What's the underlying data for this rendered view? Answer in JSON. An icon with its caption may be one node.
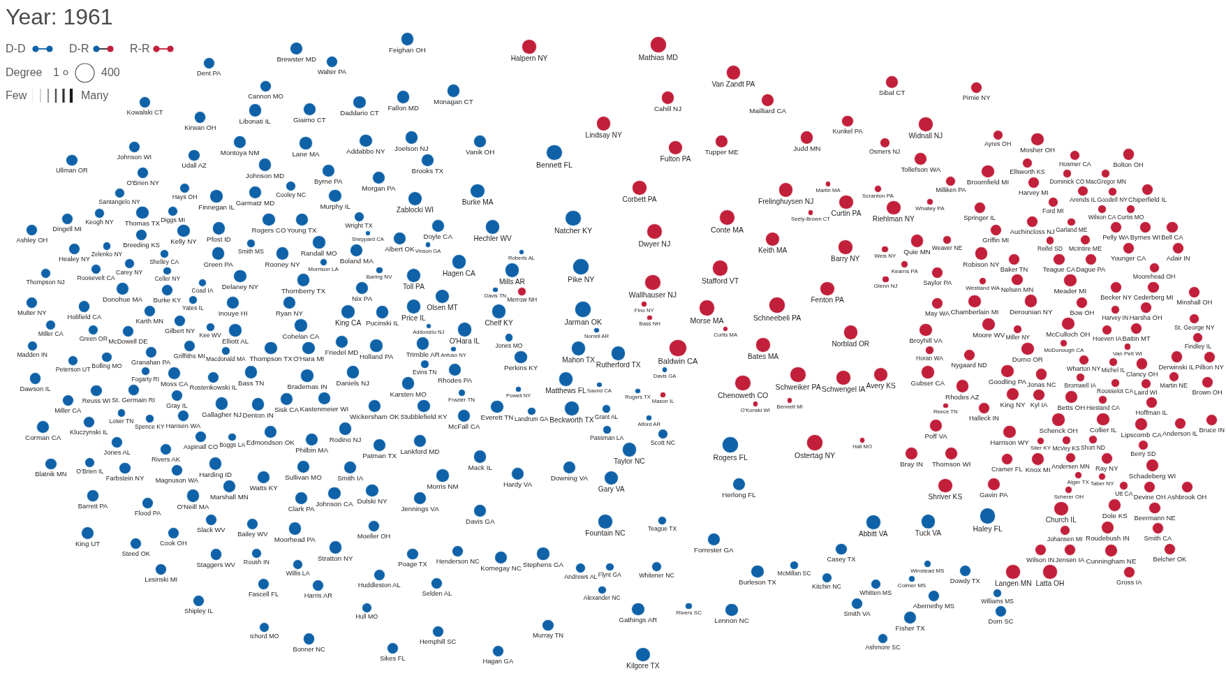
{
  "diagram": {
    "title": "Year: 1961",
    "nodes": [
      {
        "text": [
          "Feighan OH"
        ]
      },
      {
        "text": [
          "Mathias MD"
        ]
      },
      {
        "text": [
          "Halpern NY"
        ]
      },
      {
        "text": [
          "Brewster MD"
        ]
      },
      {
        "text": [
          "Walter PA"
        ]
      },
      {
        "text": [
          "Dent PA"
        ]
      },
      {
        "text": [
          "Van Zandt PA"
        ]
      },
      {
        "text": [
          "Sibal CT"
        ]
      },
      {
        "text": [
          "Cannon MO"
        ]
      },
      {
        "text": [
          "Pirnie NY"
        ]
      },
      {
        "text": [
          "Monagan CT"
        ]
      },
      {
        "text": [
          "Fallon MD"
        ]
      },
      {
        "text": [
          "Cahill NJ"
        ]
      },
      {
        "text": [
          "Mailliard CA"
        ]
      },
      {
        "text": [
          "Kowalski CT"
        ]
      },
      {
        "text": [
          "Daddario CT"
        ]
      },
      {
        "text": [
          "Giaimo CT"
        ]
      },
      {
        "text": [
          "Libonati IL"
        ]
      },
      {
        "text": [
          "Kirwan OH"
        ]
      },
      {
        "text": [
          "Kunkel PA"
        ]
      },
      {
        "text": [
          "Lindsay NY"
        ]
      },
      {
        "text": [
          "Widnall NJ"
        ]
      },
      {
        "text": [
          "Ayres OH"
        ]
      },
      {
        "text": [
          "Judd MN"
        ]
      },
      {
        "text": [
          "Joelson NJ"
        ]
      },
      {
        "text": [
          "Mosher OH"
        ]
      },
      {
        "text": [
          "Addabbo NY"
        ]
      },
      {
        "text": [
          "Vanik OH"
        ]
      },
      {
        "text": [
          "Tupper ME"
        ]
      },
      {
        "text": [
          "Lane MA"
        ]
      },
      {
        "text": [
          "Osmers NJ"
        ]
      },
      {
        "text": [
          "Johnson WI"
        ]
      },
      {
        "text": [
          "Fulton PA"
        ]
      },
      {
        "text": [
          "Montoya NM"
        ]
      },
      {
        "text": [
          "Bennett FL"
        ]
      },
      {
        "text": [
          "Udall AZ"
        ]
      },
      {
        "text": [
          "Tollefson WA"
        ]
      },
      {
        "text": [
          "Brooks TX"
        ]
      },
      {
        "text": [
          "Ullman OR"
        ]
      },
      {
        "text": [
          "Johnson MD"
        ]
      },
      {
        "text": [
          "Hosmer CA"
        ]
      },
      {
        "text": [
          "Ellsworth KS"
        ]
      },
      {
        "text": [
          "Byrne PA"
        ]
      },
      {
        "text": [
          "Broomfield MI"
        ]
      },
      {
        "text": [
          "O'Brien NY"
        ]
      },
      {
        "text": [
          "Morgan PA"
        ]
      },
      {
        "text": [
          "Bolton OH"
        ]
      },
      {
        "text": [
          "Milliken PA"
        ]
      },
      {
        "text": [
          "Cooley NC"
        ]
      },
      {
        "text": [
          "Martin MA"
        ]
      },
      {
        "text": [
          "Corbett PA"
        ]
      },
      {
        "text": [
          "Hays OH"
        ]
      },
      {
        "text": [
          "Frelinghuysen NJ"
        ]
      },
      {
        "text": [
          "Burke MA"
        ]
      },
      {
        "text": [
          "Garmatz MD"
        ]
      },
      {
        "text": [
          "Scranton PA"
        ]
      },
      {
        "text": [
          "Finnegan IL"
        ]
      },
      {
        "text": [
          "Santangelo NY"
        ]
      },
      {
        "text": [
          "MacGregor MN"
        ]
      },
      {
        "text": [
          "Zablocki WI"
        ]
      },
      {
        "text": [
          "Dominick CO"
        ]
      },
      {
        "text": [
          "Curtin PA"
        ]
      },
      {
        "text": [
          "Riehlman NY"
        ]
      },
      {
        "text": [
          "Whalley PA"
        ]
      },
      {
        "text": [
          "Harvey MI"
        ]
      },
      {
        "text": [
          "Murphy IL"
        ]
      },
      {
        "text": [
          "Thomas TX"
        ]
      },
      {
        "text": [
          "Springer IL"
        ]
      },
      {
        "text": [
          "Diggs MI"
        ]
      },
      {
        "text": [
          "Chiperfield IL"
        ]
      },
      {
        "text": [
          "Seely-Brown CT"
        ]
      },
      {
        "text": [
          "Keogh NY"
        ]
      },
      {
        "text": [
          "Ford MI"
        ]
      },
      {
        "text": [
          "Conte MA"
        ]
      },
      {
        "text": [
          "Natcher KY"
        ]
      },
      {
        "text": [
          "Dingell MI"
        ]
      },
      {
        "text": [
          "Goodell NY"
        ]
      },
      {
        "text": [
          "Rogers CO"
        ]
      },
      {
        "text": [
          "Wright TX"
        ]
      },
      {
        "text": [
          "Arends IL"
        ]
      },
      {
        "text": [
          "Young TX"
        ]
      },
      {
        "text": [
          "Doyle CA"
        ]
      },
      {
        "text": [
          "Hechler WV"
        ]
      },
      {
        "text": [
          "Pfost ID"
        ]
      },
      {
        "text": [
          "Ashley OH"
        ]
      },
      {
        "text": [
          "Kelly NY"
        ]
      },
      {
        "text": [
          "Griffin MI"
        ]
      },
      {
        "text": [
          "Bell CA"
        ]
      },
      {
        "text": [
          "Dwyer NJ"
        ]
      },
      {
        "text": [
          "Curtis MO"
        ]
      },
      {
        "text": [
          "Sheppard CA"
        ]
      },
      {
        "text": [
          "Breeding KS"
        ]
      },
      {
        "text": [
          "Albert OK"
        ]
      },
      {
        "text": [
          "Keith MA"
        ]
      },
      {
        "text": [
          "Weaver NE"
        ]
      },
      {
        "text": [
          "Quie MN"
        ]
      },
      {
        "text": [
          "Auchincloss NJ"
        ]
      },
      {
        "text": [
          "Smith MS"
        ]
      },
      {
        "text": [
          "Vinson GA"
        ]
      },
      {
        "text": [
          "Garland ME"
        ]
      },
      {
        "text": [
          "Wilson CA"
        ]
      },
      {
        "text": [
          "Barry NY"
        ]
      },
      {
        "text": [
          "Zelenko NY"
        ]
      },
      {
        "text": [
          "Randall MO"
        ]
      },
      {
        "text": [
          "Boland MA"
        ]
      },
      {
        "text": [
          "Shelley CA"
        ]
      },
      {
        "text": [
          "Weis NY"
        ]
      },
      {
        "text": [
          "Byrnes WI"
        ]
      },
      {
        "text": [
          "Roberts AL"
        ]
      },
      {
        "text": [
          "Robison NY"
        ]
      },
      {
        "text": [
          "Healey NY"
        ]
      },
      {
        "text": [
          "Green PA"
        ]
      },
      {
        "text": [
          "Rooney NY"
        ]
      },
      {
        "text": [
          "Hagen CA"
        ]
      },
      {
        "text": [
          "Carey NY"
        ]
      },
      {
        "text": [
          "Pelly WA"
        ]
      },
      {
        "text": [
          "Kearns PA"
        ]
      },
      {
        "text": [
          "Baker TN"
        ]
      },
      {
        "text": [
          "Reifel SD"
        ]
      },
      {
        "text": [
          "Adair IN"
        ]
      },
      {
        "text": [
          "Pike NY"
        ]
      },
      {
        "text": [
          "Baring NV"
        ]
      },
      {
        "text": [
          "Stafford VT"
        ]
      },
      {
        "text": [
          "Celler NY"
        ]
      },
      {
        "text": [
          "Thompson NJ"
        ]
      },
      {
        "text": [
          "Mills AR"
        ]
      },
      {
        "text": [
          "McIntire ME"
        ]
      },
      {
        "text": [
          "Saylor PA"
        ]
      },
      {
        "text": [
          "Thornberry TX"
        ]
      },
      {
        "text": [
          "Delaney NY"
        ]
      },
      {
        "text": [
          "Toll PA"
        ]
      },
      {
        "text": [
          "Morrison LA"
        ]
      },
      {
        "text": [
          "Teague CA"
        ]
      },
      {
        "text": [
          "Glenn NJ"
        ]
      },
      {
        "text": [
          "Roosevelt CA"
        ]
      },
      {
        "text": [
          "Westland WA"
        ]
      },
      {
        "text": [
          "Wallhauser NJ"
        ]
      },
      {
        "text": [
          "Nix PA"
        ]
      },
      {
        "text": [
          "Younger CA"
        ]
      },
      {
        "text": [
          "Coad IA"
        ]
      },
      {
        "text": [
          "Davis TN"
        ]
      },
      {
        "text": [
          "Fenton PA"
        ]
      },
      {
        "text": [
          "Burke KY"
        ]
      },
      {
        "text": [
          "Moorehead OH"
        ]
      },
      {
        "text": [
          "Donohue MA"
        ]
      },
      {
        "text": [
          "Merrow NH"
        ]
      },
      {
        "text": [
          "Minshall OH"
        ]
      },
      {
        "text": [
          "Ryan NY"
        ]
      },
      {
        "text": [
          "Nelsen MN"
        ]
      },
      {
        "text": [
          "Olsen MT"
        ]
      },
      {
        "text": [
          "Dague PA"
        ]
      },
      {
        "text": [
          "Yates IL"
        ]
      },
      {
        "text": [
          "Multer NY"
        ]
      },
      {
        "text": [
          "Inouye HI"
        ]
      },
      {
        "text": [
          "May WA"
        ]
      },
      {
        "text": [
          "Chamberlain MI"
        ]
      },
      {
        "text": [
          "Schneebeli PA"
        ]
      },
      {
        "text": [
          "Holifield CA"
        ]
      },
      {
        "text": [
          "King CA"
        ]
      },
      {
        "text": [
          "Becker NY"
        ]
      },
      {
        "text": [
          "Meader MI"
        ]
      },
      {
        "text": [
          "Derounian NY"
        ]
      },
      {
        "text": [
          "Fino NY"
        ]
      },
      {
        "text": [
          "Jarman OK"
        ]
      },
      {
        "text": [
          "Morse MA"
        ]
      },
      {
        "text": [
          "Chelf KY"
        ]
      },
      {
        "text": [
          "Cederberg MI"
        ]
      },
      {
        "text": [
          "Bass NH"
        ]
      },
      {
        "text": [
          "Pucinski IL"
        ]
      },
      {
        "text": [
          "Price IL"
        ]
      },
      {
        "text": [
          "Karth MN"
        ]
      },
      {
        "text": [
          "Cohelan CA"
        ]
      },
      {
        "text": [
          "St. George NY"
        ]
      },
      {
        "text": [
          "Gilbert NY"
        ]
      },
      {
        "text": [
          "Moore WV"
        ]
      },
      {
        "text": [
          "Addonizio NJ"
        ]
      },
      {
        "text": [
          "Miller CA"
        ]
      },
      {
        "text": [
          "Bow OH"
        ]
      },
      {
        "text": [
          "Curtis MA"
        ]
      },
      {
        "text": [
          "Harvey IN"
        ]
      },
      {
        "text": [
          "Kee WV"
        ]
      },
      {
        "text": [
          "Harsha OH"
        ]
      },
      {
        "text": [
          "Green OR"
        ]
      },
      {
        "text": [
          "McDowell DE"
        ]
      },
      {
        "text": [
          "Norblad OR"
        ]
      },
      {
        "text": [
          "Elliott AL"
        ]
      },
      {
        "text": [
          "Norrell AR"
        ]
      },
      {
        "text": [
          "Broyhill VA"
        ]
      },
      {
        "text": [
          "Miller NY"
        ]
      },
      {
        "text": [
          "O'Hara IL"
        ]
      },
      {
        "text": [
          "Findley IL"
        ]
      },
      {
        "text": [
          "Jones MO"
        ]
      },
      {
        "text": [
          "Friedel MD"
        ]
      },
      {
        "text": [
          "Thompson TX"
        ]
      },
      {
        "text": [
          "Durno OR"
        ]
      },
      {
        "text": [
          "McCulloch OH"
        ]
      },
      {
        "text": [
          "Bates MA"
        ]
      },
      {
        "text": [
          "Battin MT"
        ]
      },
      {
        "text": [
          "Mahon TX"
        ]
      },
      {
        "text": [
          "Madden IN"
        ]
      },
      {
        "text": [
          "Granahan PA"
        ]
      },
      {
        "text": [
          "Griffiths MI"
        ]
      },
      {
        "text": [
          "O'Hara MI"
        ]
      },
      {
        "text": [
          "Holland PA"
        ]
      },
      {
        "text": [
          "Trimble AR"
        ]
      },
      {
        "text": [
          "Anfuso NY"
        ]
      },
      {
        "text": [
          "Hoeven IA"
        ]
      },
      {
        "text": [
          "Horan WA"
        ]
      },
      {
        "text": [
          "Macdonald MA"
        ]
      },
      {
        "text": [
          "Wharton NY"
        ]
      },
      {
        "text": [
          "Rutherford TX"
        ]
      },
      {
        "text": [
          "Nygaard ND"
        ]
      },
      {
        "text": [
          "Derwinski IL"
        ]
      },
      {
        "text": [
          "Perkins KY"
        ]
      },
      {
        "text": [
          "Bolling MO"
        ]
      },
      {
        "text": [
          "Pillion NY"
        ]
      },
      {
        "text": [
          "Baldwin CA"
        ]
      },
      {
        "text": [
          "McDonough CA"
        ]
      },
      {
        "text": [
          "Davis GA"
        ]
      },
      {
        "text": [
          "Peterson UT"
        ]
      },
      {
        "text": [
          "Van Pelt WI"
        ]
      },
      {
        "text": [
          "Clancy OH"
        ]
      },
      {
        "text": [
          "Goodling PA"
        ]
      },
      {
        "text": [
          "Moss CA"
        ]
      },
      {
        "text": [
          "Evins TN"
        ]
      },
      {
        "text": [
          "Rhodes PA"
        ]
      },
      {
        "text": [
          "Fogarty RI"
        ]
      },
      {
        "text": [
          "Bass TN"
        ]
      },
      {
        "text": [
          "Daniels NJ"
        ]
      },
      {
        "text": [
          "Gubser CA"
        ]
      },
      {
        "text": [
          "Bromwell IA"
        ]
      },
      {
        "text": [
          "Schweiker PA"
        ]
      },
      {
        "text": [
          "Avery KS"
        ]
      },
      {
        "text": [
          "Michel IL"
        ]
      },
      {
        "text": [
          "Brademas IN"
        ]
      },
      {
        "text": [
          "Jonas NC"
        ]
      },
      {
        "text": [
          "Schwengel IA"
        ]
      },
      {
        "text": [
          "Rostenkowski IL"
        ]
      },
      {
        "text": [
          "Dawson IL"
        ]
      },
      {
        "text": [
          "Karsten MO"
        ]
      },
      {
        "text": [
          "Matthews FL"
        ]
      },
      {
        "text": [
          "Laird WI"
        ]
      },
      {
        "text": [
          "Brown OH"
        ]
      },
      {
        "text": [
          "St. Germain RI"
        ]
      },
      {
        "text": [
          "Saund CA"
        ]
      },
      {
        "text": [
          "Chenoweth CO"
        ]
      },
      {
        "text": [
          "Rousselot CA"
        ]
      },
      {
        "text": [
          "Martin NE"
        ]
      },
      {
        "text": [
          "Reuss WI"
        ]
      },
      {
        "text": [
          "Rogers TX"
        ]
      },
      {
        "text": [
          "Rhodes AZ"
        ]
      },
      {
        "text": [
          "Powell NY"
        ]
      },
      {
        "text": [
          "Frazier TN"
        ]
      },
      {
        "text": [
          "Gray IL"
        ]
      },
      {
        "text": [
          "King NY"
        ]
      },
      {
        "text": [
          "Mason IL"
        ]
      },
      {
        "text": [
          "Betts OH"
        ]
      },
      {
        "text": [
          "Kastenmeier WI"
        ]
      },
      {
        "text": [
          "Sisk CA"
        ]
      },
      {
        "text": [
          "Miller CA"
        ]
      },
      {
        "text": [
          "O'Konski WI"
        ]
      },
      {
        "text": [
          "Bennett MI"
        ]
      },
      {
        "text": [
          "Reece TN"
        ]
      },
      {
        "text": [
          "Kyl IA"
        ]
      },
      {
        "text": [
          "Hiestand CA"
        ]
      },
      {
        "text": [
          "Lipscomb CA"
        ]
      },
      {
        "text": [
          "Hoffman IL"
        ]
      },
      {
        "text": [
          "Gallagher NJ"
        ]
      },
      {
        "text": [
          "Denton IN"
        ]
      },
      {
        "text": [
          "Everett TN"
        ]
      },
      {
        "text": [
          "Stubblefield KY"
        ]
      },
      {
        "text": [
          "Wickersham OK"
        ]
      },
      {
        "text": [
          "Halleck IN"
        ]
      },
      {
        "text": [
          "Grant AL"
        ]
      },
      {
        "text": [
          "Anderson IL"
        ]
      },
      {
        "text": [
          "Landrum GA"
        ]
      },
      {
        "text": [
          "Loser TN"
        ]
      },
      {
        "text": [
          "Schenck OH"
        ]
      },
      {
        "text": [
          "Beckworth TX"
        ]
      },
      {
        "text": [
          "McFall CA"
        ]
      },
      {
        "text": [
          "Collier IL"
        ]
      },
      {
        "text": [
          "Alford AR"
        ]
      },
      {
        "text": [
          "Spence KY"
        ]
      },
      {
        "text": [
          "Hansen WA"
        ]
      },
      {
        "text": [
          "Bruce IN"
        ]
      },
      {
        "text": [
          "Berry SD"
        ]
      },
      {
        "text": [
          "Kluczynski IL"
        ]
      },
      {
        "text": [
          "Short ND"
        ]
      },
      {
        "text": [
          "Rodino NJ"
        ]
      },
      {
        "text": [
          "Poff VA"
        ]
      },
      {
        "text": [
          "Corman CA"
        ]
      },
      {
        "text": [
          "Passman LA"
        ]
      },
      {
        "text": [
          "Aspinall CO"
        ]
      },
      {
        "text": [
          "Edmondson OK"
        ]
      },
      {
        "text": [
          "Harrison WY"
        ]
      },
      {
        "text": [
          "Scott NC"
        ]
      },
      {
        "text": [
          "Schadeberg WI"
        ]
      },
      {
        "text": [
          "Andersen MN"
        ]
      },
      {
        "text": [
          "Boggs LA"
        ]
      },
      {
        "text": [
          "Ray NY"
        ]
      },
      {
        "text": [
          "Philbin MA"
        ]
      },
      {
        "text": [
          "Hall MO"
        ]
      },
      {
        "text": [
          "McVey KS"
        ]
      },
      {
        "text": [
          "Lankford MD"
        ]
      },
      {
        "text": [
          "Jones AL"
        ]
      },
      {
        "text": [
          "Siler KY"
        ]
      },
      {
        "text": [
          "Ostertag NY"
        ]
      },
      {
        "text": [
          "Taylor NC"
        ]
      },
      {
        "text": [
          "Rogers FL"
        ]
      },
      {
        "text": [
          "Devine OH"
        ]
      },
      {
        "text": [
          "Ashbrook OH"
        ]
      },
      {
        "text": [
          "Patman TX"
        ]
      },
      {
        "text": [
          "Rivers AK"
        ]
      },
      {
        "text": [
          "Bray IN"
        ]
      },
      {
        "text": [
          "Thomson WI"
        ]
      },
      {
        "text": [
          "Taber NY"
        ]
      },
      {
        "text": [
          "Mack IL"
        ]
      },
      {
        "text": [
          "Scherer OH"
        ]
      },
      {
        "text": [
          "Utt CA"
        ]
      },
      {
        "text": [
          "Cramer FL"
        ]
      },
      {
        "text": [
          "Alger TX"
        ]
      },
      {
        "text": [
          "Beermann NE"
        ]
      },
      {
        "text": [
          "O'Brien IL"
        ]
      },
      {
        "text": [
          "Knox MI"
        ]
      },
      {
        "text": [
          "Blatnik MN"
        ]
      },
      {
        "text": [
          "Harding ID"
        ]
      },
      {
        "text": [
          "Smith IA"
        ]
      },
      {
        "text": [
          "Sullivan MO"
        ]
      },
      {
        "text": [
          "Downing VA"
        ]
      },
      {
        "text": [
          "Farbstein NY"
        ]
      },
      {
        "text": [
          "Magnuson WA"
        ]
      },
      {
        "text": [
          "Church IL"
        ]
      },
      {
        "text": [
          "Hardy VA"
        ]
      },
      {
        "text": [
          "Dole KS"
        ]
      },
      {
        "text": [
          "Watts KY"
        ]
      },
      {
        "text": [
          "Morris NM"
        ]
      },
      {
        "text": [
          "Gary VA"
        ]
      },
      {
        "text": [
          "Herlong FL"
        ]
      },
      {
        "text": [
          "Gavin PA"
        ]
      },
      {
        "text": [
          "Marshall MN"
        ]
      },
      {
        "text": [
          "Shriver KS"
        ]
      },
      {
        "text": [
          "Roudebush IN"
        ]
      },
      {
        "text": [
          "Smith CA"
        ]
      },
      {
        "text": [
          "Dulski NY"
        ]
      },
      {
        "text": [
          "Johansen MI"
        ]
      },
      {
        "text": [
          "Johnson CA"
        ]
      },
      {
        "text": [
          "O'Neill MA"
        ]
      },
      {
        "text": [
          "Barrett PA"
        ]
      },
      {
        "text": [
          "Jennings VA"
        ]
      },
      {
        "text": [
          "Clark PA"
        ]
      },
      {
        "text": [
          "Flood PA"
        ]
      },
      {
        "text": [
          "Wilson IN"
        ]
      },
      {
        "text": [
          "Davis GA"
        ]
      },
      {
        "text": [
          "Jensen IA"
        ]
      },
      {
        "text": [
          "Cunningham NE"
        ]
      },
      {
        "text": [
          "Belcher OK"
        ]
      },
      {
        "text": [
          "Haley FL"
        ]
      },
      {
        "text": [
          "Slack WV"
        ]
      },
      {
        "text": [
          "Teague TX"
        ]
      },
      {
        "text": [
          "Tuck VA"
        ]
      },
      {
        "text": [
          "Fountain NC"
        ]
      },
      {
        "text": [
          "Abbitt VA"
        ]
      },
      {
        "text": [
          "Bailey WV"
        ]
      },
      {
        "text": [
          "Moeller OH"
        ]
      },
      {
        "text": [
          "Moorhead PA"
        ]
      },
      {
        "text": [
          "King UT"
        ]
      },
      {
        "text": [
          "Cook OH"
        ]
      },
      {
        "text": [
          "Forrester GA"
        ]
      },
      {
        "text": [
          "Steed OK"
        ]
      },
      {
        "text": [
          "Stratton NY"
        ]
      },
      {
        "text": [
          "Casey TX"
        ]
      },
      {
        "text": [
          "Latta OH"
        ]
      },
      {
        "text": [
          "Henderson NC"
        ]
      },
      {
        "text": [
          "Langen MN"
        ]
      },
      {
        "text": [
          "Gross IA"
        ]
      },
      {
        "text": [
          "Stephens GA"
        ]
      },
      {
        "text": [
          "Roush IN"
        ]
      },
      {
        "text": [
          "Staggers WV"
        ]
      },
      {
        "text": [
          "Poage TX"
        ]
      },
      {
        "text": [
          "Williams MS"
        ]
      },
      {
        "text": [
          "Kornegay NC"
        ]
      },
      {
        "text": [
          "Willis LA"
        ]
      },
      {
        "text": [
          "McMillan SC"
        ]
      },
      {
        "text": [
          "Whitener NC"
        ]
      },
      {
        "text": [
          "Flynt GA"
        ]
      },
      {
        "text": [
          "Andrews AL"
        ]
      },
      {
        "text": [
          "Lesinski MI"
        ]
      },
      {
        "text": [
          "Dowdy TX"
        ]
      },
      {
        "text": [
          "Burleson TX"
        ]
      },
      {
        "text": [
          "Winstead MS"
        ]
      },
      {
        "text": [
          "Huddleston AL"
        ]
      },
      {
        "text": [
          "Kitchin NC"
        ]
      },
      {
        "text": [
          "Selden AL"
        ]
      },
      {
        "text": [
          "Fascell FL"
        ]
      },
      {
        "text": [
          "Colmer MS"
        ]
      },
      {
        "text": [
          "Harris AR"
        ]
      },
      {
        "text": [
          "Whitten MS"
        ]
      },
      {
        "text": [
          "Alexander NC"
        ]
      },
      {
        "text": [
          "Abernethy MS"
        ]
      },
      {
        "text": [
          "Smith VA"
        ]
      },
      {
        "text": [
          "Shipley IL"
        ]
      },
      {
        "text": [
          "Rivers SC"
        ]
      },
      {
        "text": [
          "Hull MO"
        ]
      },
      {
        "text": [
          "Gathings AR"
        ]
      },
      {
        "text": [
          "Fisher TX"
        ]
      },
      {
        "text": [
          "Dorn SC"
        ]
      },
      {
        "text": [
          "Lennon NC"
        ]
      },
      {
        "text": [
          "Murray TN"
        ]
      },
      {
        "text": [
          "Ichord MO"
        ]
      },
      {
        "text": [
          "Hemphill SC"
        ]
      },
      {
        "text": [
          "Ashmore SC"
        ]
      },
      {
        "text": [
          "Bonner NC"
        ]
      },
      {
        "text": [
          "Sikes FL"
        ]
      },
      {
        "text": [
          "Hagan GA"
        ]
      },
      {
        "text": [
          "Kilgore TX"
        ]
      }
    ],
    "labels": [
      "Degree"
    ],
    "legend": [
      {
        "text": "D-D"
      },
      {
        "text": "D-R"
      },
      {
        "text": "R-R"
      },
      {
        "text": "1"
      },
      {
        "text": "400"
      },
      {
        "text": "Few"
      },
      {
        "text": "Many"
      }
    ]
  }
}
